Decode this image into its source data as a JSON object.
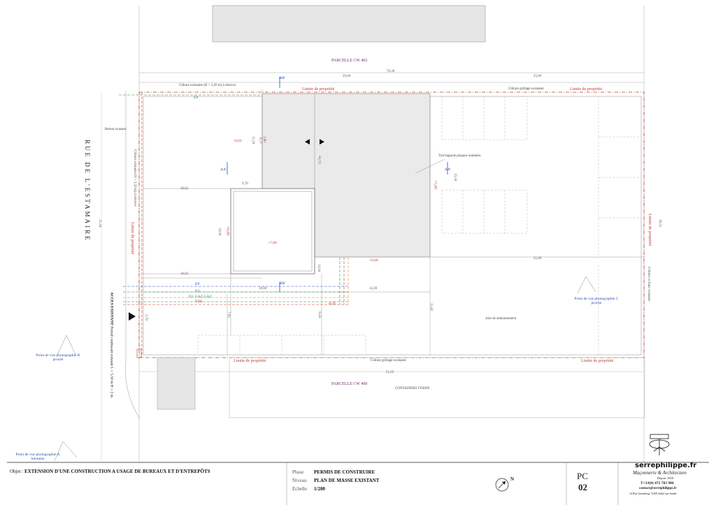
{
  "plan": {
    "parcels": {
      "north": "PARCELLE CW 402",
      "south": "PARCELLE CW 400"
    },
    "street": "RUE DE L'ESTAMAIRE",
    "property_limit": "Limite de propriété",
    "fences": {
      "north_existing": "Clôture existante (H = 2,20 m) à rénover",
      "north_grid": "Clôture grillage existante",
      "south_grid": "Clôture grillage existante",
      "west": "Clôture existante (H = 2,20 m) à rénover",
      "east": "Clôture et Haie existante"
    },
    "roof_note": "Toit bagnole plaques ondulées",
    "retour": "Retour existant",
    "parking": "Aire de stationnement",
    "containers": "CONTAINERS VOISIN",
    "access": {
      "title": "ACCES EXISTANT",
      "line1": "Portail coulissant existant",
      "line2": "L = 5,50 m H = 2 m"
    },
    "viewpoints": {
      "a": "Point de vue photographie A lointaine",
      "b": "Point de vue photographie B proche",
      "c": "Point de vue photographie C proche"
    },
    "sections": {
      "aa": "AA'",
      "bb": "BB'"
    },
    "elevations": {
      "e1": "-0,03",
      "e2": "-0,37",
      "e3": "+6,53",
      "e4": "+5,80",
      "e5": "+6,00",
      "e6": "+7,00",
      "e7": "+6,60",
      "e8": "-0,05"
    },
    "networks": {
      "ep": "EP",
      "ep2": "EP",
      "eu": "EU",
      "gaz": "EU GAZ GAZ",
      "tel": "TDE"
    },
    "dimensions": {
      "d_top_total": "70,36",
      "d_top_left": "29,09",
      "d_top_right": "25,09",
      "d_side": "11,34",
      "d_right": "36,31",
      "d_mid1": "10,63",
      "d_mid2": "10,63",
      "d_mid3": "9,76",
      "d_mid4": "10,00",
      "d_mid5": "25,09",
      "d_mid6": "13,20",
      "d_mid7": "10,00",
      "d_mid8": "11,42",
      "d_bottom": "51,95",
      "d_v1": "11,30",
      "d_v2": "10,00",
      "d_v3": "9,24",
      "d_v4": "7,93",
      "d_v5": "2,79",
      "d_v6": "15,30",
      "d_v7": "3,80"
    }
  },
  "titleblock": {
    "objet_label": "Objet :",
    "objet_value": "EXTENSION D'UNE CONSTRUCTION A USAGE DE BUREAUX ET D'ENTREPÔTS",
    "phase_label": "Phase",
    "phase_value": "PERMIS DE CONSTRUIRE",
    "niveau_label": "Niveau",
    "niveau_value": "PLAN DE MASSE EXISTANT",
    "echelle_label": "Echelle",
    "echelle_value": "1/200",
    "pc_code": "PC",
    "pc_number": "02",
    "north": "N",
    "company": "serrephilippe.fr",
    "company_sub": "Maçonnerie & Architecture",
    "company_since": "Depuis 1958",
    "company_tel": "T+33(0) 472 703 986",
    "company_email": "contact@serrephilippe.fr",
    "company_addr": "14 Rue Gutenberg 72300 Sablé-sur-Sarthe"
  },
  "colors": {
    "red": "#c0392b",
    "purple": "#6b2f6b",
    "blue": "#2a4fb0",
    "green": "#1f8f4a"
  }
}
